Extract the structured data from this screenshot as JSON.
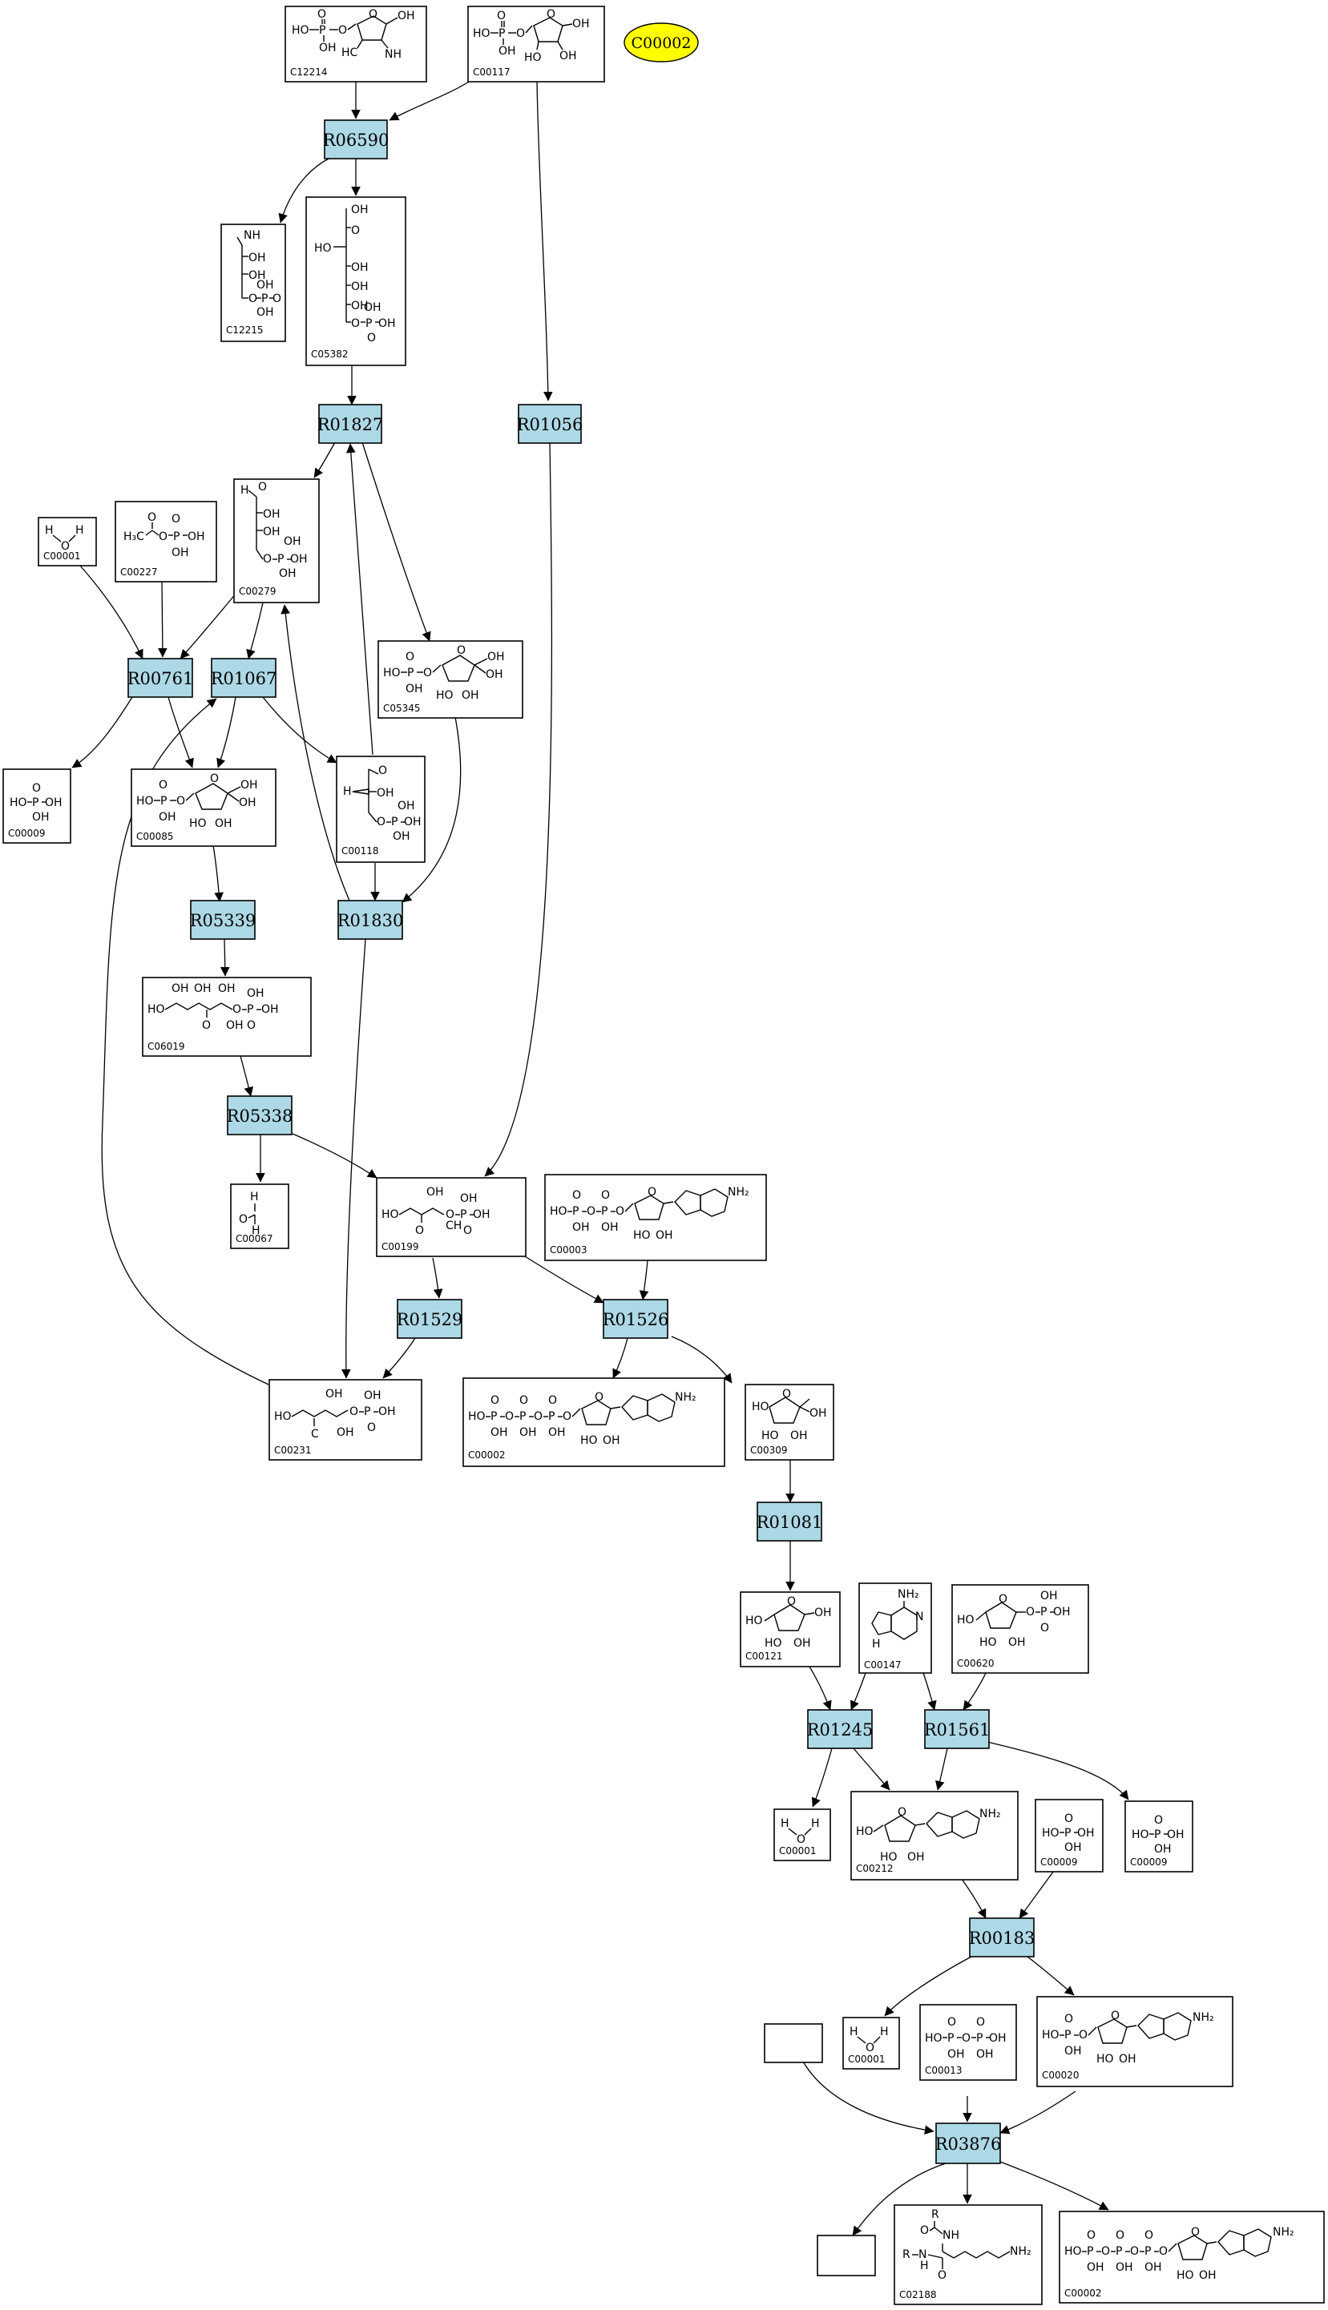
{
  "reactions": [
    {
      "id": "R06590",
      "label": "R06590"
    },
    {
      "id": "R01827",
      "label": "R01827"
    },
    {
      "id": "R01056",
      "label": "R01056"
    },
    {
      "id": "R00761",
      "label": "R00761"
    },
    {
      "id": "R01067",
      "label": "R01067"
    },
    {
      "id": "R05339",
      "label": "R05339"
    },
    {
      "id": "R01830",
      "label": "R01830"
    },
    {
      "id": "R05338",
      "label": "R05338"
    },
    {
      "id": "R01529",
      "label": "R01529"
    },
    {
      "id": "R01526",
      "label": "R01526"
    },
    {
      "id": "R01081",
      "label": "R01081"
    },
    {
      "id": "R01245",
      "label": "R01245"
    },
    {
      "id": "R01561",
      "label": "R01561"
    },
    {
      "id": "R00183",
      "label": "R00183"
    },
    {
      "id": "R03876",
      "label": "R03876"
    }
  ],
  "compounds": [
    {
      "id": "c12214",
      "label": "C12214"
    },
    {
      "id": "c00117",
      "label": "C00117"
    },
    {
      "id": "c12215",
      "label": "C12215"
    },
    {
      "id": "c05382",
      "label": "C05382"
    },
    {
      "id": "c00001a",
      "label": "C00001"
    },
    {
      "id": "c00227",
      "label": "C00227"
    },
    {
      "id": "c00279",
      "label": "C00279"
    },
    {
      "id": "c05345",
      "label": "C05345"
    },
    {
      "id": "c00009a",
      "label": "C00009"
    },
    {
      "id": "c00085",
      "label": "C00085"
    },
    {
      "id": "c00118",
      "label": "C00118"
    },
    {
      "id": "c06019",
      "label": "C06019"
    },
    {
      "id": "c00067",
      "label": "C00067"
    },
    {
      "id": "c00199",
      "label": "C00199"
    },
    {
      "id": "c00003",
      "label": "C00003"
    },
    {
      "id": "c00231",
      "label": "C00231"
    },
    {
      "id": "c00002a",
      "label": "C00002"
    },
    {
      "id": "c00309",
      "label": "C00309"
    },
    {
      "id": "c00121",
      "label": "C00121"
    },
    {
      "id": "c00147",
      "label": "C00147"
    },
    {
      "id": "c00620",
      "label": "C00620"
    },
    {
      "id": "c00001b",
      "label": "C00001"
    },
    {
      "id": "c00212",
      "label": "C00212"
    },
    {
      "id": "c00009b",
      "label": "C00009"
    },
    {
      "id": "c00009c",
      "label": "C00009"
    },
    {
      "id": "c00001c",
      "label": "C00001"
    },
    {
      "id": "c00013",
      "label": "C00013"
    },
    {
      "id": "c00020",
      "label": "C00020"
    },
    {
      "id": "blank1",
      "label": ""
    },
    {
      "id": "blank2",
      "label": ""
    },
    {
      "id": "c02188",
      "label": "C02188"
    },
    {
      "id": "c00002b",
      "label": "C00002"
    }
  ],
  "highlight": {
    "label": "C00002",
    "color": "#ffff00"
  },
  "colors": {
    "reaction_fill": "#add8e6",
    "highlight_fill": "#ffff00",
    "stroke": "#000000"
  }
}
